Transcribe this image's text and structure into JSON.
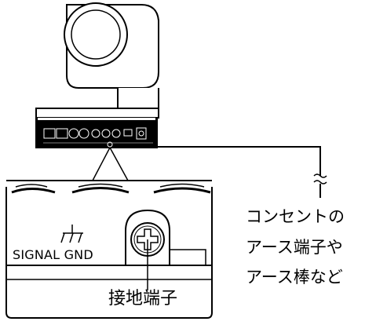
{
  "labels": {
    "signal_gnd": "SIGNAL GND",
    "ground_terminal": "接地端子",
    "destination_lines": [
      "コンセントの",
      "アース端子や",
      "アース棒など"
    ]
  },
  "icons": {
    "ground_symbol": "ground-icon",
    "screw": "screw-icon"
  },
  "colors": {
    "line": "#000000",
    "background": "#ffffff"
  }
}
